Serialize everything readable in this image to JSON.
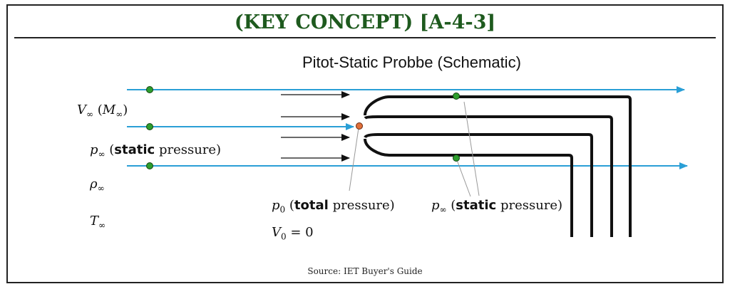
{
  "header": {
    "title": "(KEY CONCEPT) [A-4-3]"
  },
  "diagram": {
    "title": "Pitot-Static Probbe (Schematic)",
    "freestream": {
      "velocity_sym": "V",
      "velocity_sub": "∞",
      "mach_sym": "M",
      "mach_sub": "∞",
      "pressure_sym": "p",
      "pressure_sub": "∞",
      "pressure_word": "static",
      "pressure_rest": "pressure)",
      "density_sym": "ρ",
      "density_sub": "∞",
      "temperature_sym": "T",
      "temperature_sub": "∞"
    },
    "total_point": {
      "sym": "p",
      "sub": "0",
      "word": "total",
      "rest": "pressure)",
      "velocity_sym": "V",
      "velocity_sub": "0",
      "velocity_eq": "= 0"
    },
    "static_port": {
      "sym": "p",
      "sub": "∞",
      "word": "static",
      "rest": "pressure)"
    },
    "colors": {
      "flow_line": "#2a9fd6",
      "marker_green": "#2e9e2e",
      "marker_orange": "#e0703a",
      "title_green": "#1e5a1e"
    }
  },
  "footer": {
    "source": "Source: IET Buyer's Guide"
  }
}
